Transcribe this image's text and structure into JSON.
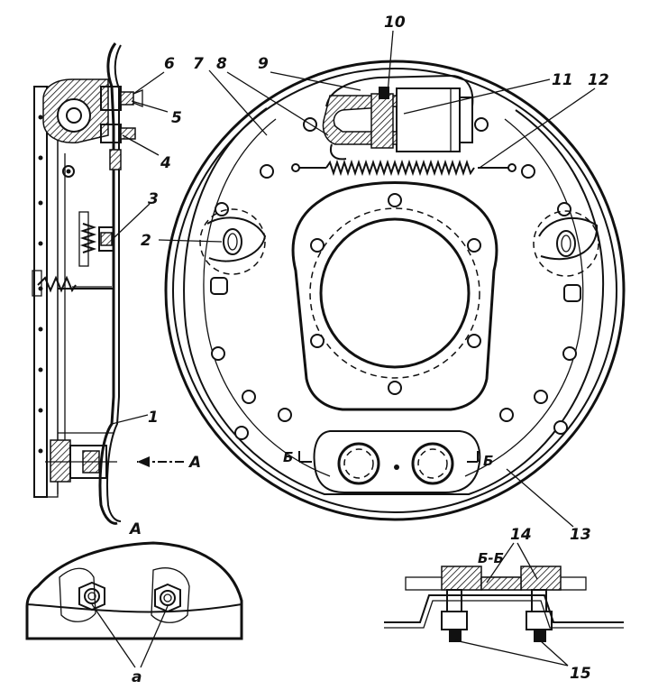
{
  "figure": {
    "callouts": {
      "c1": "1",
      "c2": "2",
      "c3": "3",
      "c4": "4",
      "c5": "5",
      "c6": "6",
      "c7": "7",
      "c8": "8",
      "c9": "9",
      "c10": "10",
      "c11": "11",
      "c12": "12",
      "c13": "13",
      "c14": "14",
      "c15": "15"
    },
    "view_arrow_label": "A",
    "inset_view_label": "A",
    "inset_note_label": "a",
    "section_marks": {
      "left": "Б",
      "right": "Б"
    },
    "section_title": "Б-Б"
  },
  "colors": {
    "ink": "#111111",
    "paper": "#ffffff"
  }
}
